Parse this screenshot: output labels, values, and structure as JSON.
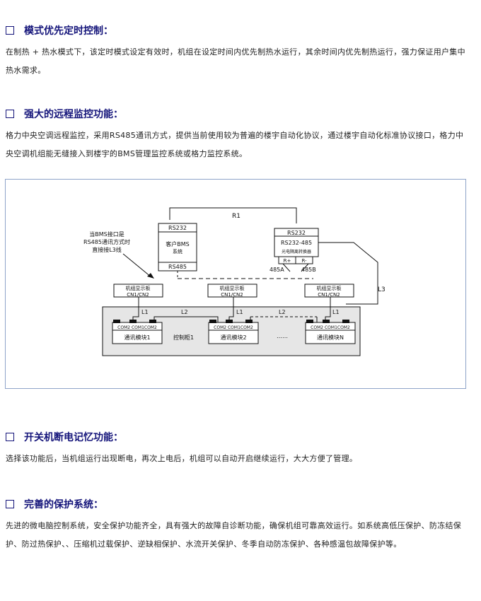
{
  "sections": [
    {
      "title": "模式优先定时控制：",
      "body": "在制热 + 热水模式下，该定时模式设定有效时，机组在设定时间内优先制热水运行，其余时间内优先制热运行，强力保证用户集中热水需求。"
    },
    {
      "title": "强大的远程监控功能：",
      "body": "格力中央空调远程监控，采用RS485通讯方式，提供当前使用较为普遍的楼宇自动化协议，通过楼宇自动化标准协议接口，格力中央空调机组能无缝接入到楼宇的BMS管理监控系统或格力监控系统。"
    },
    {
      "title": "开关机断电记忆功能：",
      "body": "选择该功能后，当机组运行出现断电，再次上电后，机组可以自动开启继续运行，大大方便了管理。"
    },
    {
      "title": "完善的保护系统：",
      "body": "先进的微电脑控制系统，安全保护功能齐全，具有强大的故障自诊断功能，确保机组可靠高效运行。如系统高低压保护、防冻结保护、防过热保护、、压缩机过载保护、逆缺相保护、水流开关保护、冬季自动防冻保护、各种感温包故障保护等。"
    }
  ],
  "diagram": {
    "r1": "R1",
    "note": [
      "当BMS接口是",
      "RS485通讯方式时",
      "直接接L3线"
    ],
    "bms": {
      "top": "RS232",
      "name1": "客户BMS",
      "name2": "系统",
      "bottom": "RS485"
    },
    "converter": {
      "top": "RS232",
      "name": "RS232-485",
      "sub": "光电隔离转换器",
      "rplus": "R+",
      "rminus": "R-"
    },
    "port_a": "485A",
    "port_b": "485B",
    "l3": "L3",
    "display_line1": "机组显示板",
    "display_line2": "CN1/CN2",
    "l1": "L1",
    "l2": "L2",
    "ellipsis": "……",
    "com_ports": "COM2 COM1COM2",
    "cabinet_label": "控制柜1",
    "modules": [
      "通讯模块1",
      "通讯模块2",
      "通讯模块N"
    ]
  }
}
